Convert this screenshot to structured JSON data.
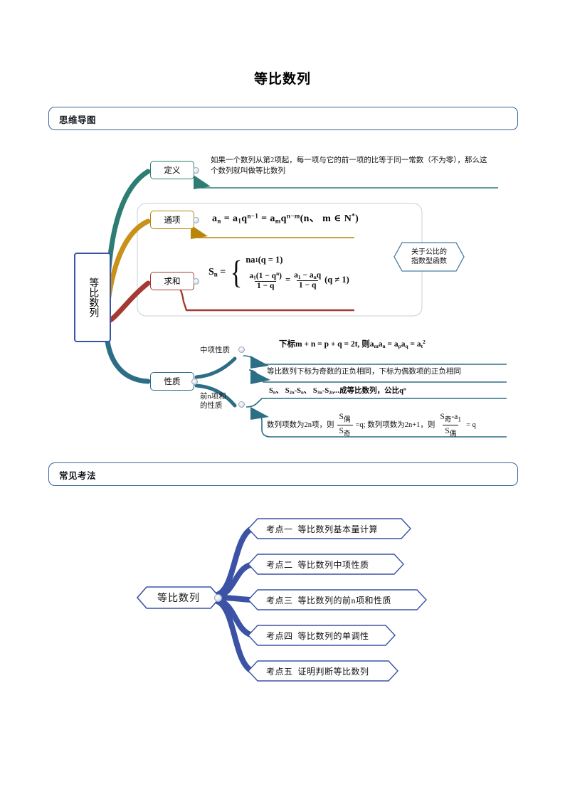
{
  "page": {
    "title": "等比数列"
  },
  "sections": {
    "mindmap": {
      "label": "思维导图"
    },
    "exam": {
      "label": "常见考法"
    }
  },
  "mindmap": {
    "root": "等比数列",
    "branches": {
      "definition": {
        "label": "定义",
        "text": "如果一个数列从第2项起，每一项与它的前一项的比等于同一常数（不为零），那么这个数列就叫做等比数列",
        "color": "#2e7d74"
      },
      "general_term": {
        "label": "通项",
        "formula_plain": "aₙ = a₁qⁿ⁻¹ = aₘqⁿ⁻ᵐ(n、m ∈ N*)",
        "color": "#b8860b"
      },
      "sum": {
        "label": "求和",
        "formula_plain": "Sₙ = { na₁(q=1) ;  a₁(1-qⁿ)/(1-q) = (a₁-aₙq)/(1-q) (q≠1) }",
        "color": "#a33b33",
        "case1": "na₁(q = 1)",
        "case2_num1": "a₁(1 − qⁿ)",
        "case2_den1": "1 − q",
        "case2_num2": "a₁ − aₙq",
        "case2_den2": "1 − q",
        "case2_cond": "(q ≠ 1)"
      },
      "properties": {
        "label": "性质",
        "color": "#2b6e86",
        "sub": [
          {
            "label": "中项性质",
            "lines": [
              "下标m + n = p + q = 2t, 则aₘaₙ = aₚa_q = a_t²",
              "等比数列下标为奇数的正负相同，下标为偶数项的正负相同"
            ]
          },
          {
            "label": "前n项和\n的性质",
            "label_line1": "前n项和",
            "label_line2": "的性质",
            "lines": [
              "Sₙ、S₂ₙ-Sₙ、S₃ₙ-S₂ₙ...成等比数列，公比qⁿ",
              "数列项数为2n项，则S偶/S奇 = q; 数列项数为2n+1，则(S奇-a₁)/S偶 = q"
            ]
          }
        ]
      }
    },
    "callout": {
      "line1": "关于公比的",
      "line2": "指数型函数",
      "color": "#4a7fa5"
    }
  },
  "exam": {
    "root": "等比数列",
    "accent": "#3c52a4",
    "items": [
      {
        "index": "考点一",
        "text": "等比数列基本量计算"
      },
      {
        "index": "考点二",
        "text": "等比数列中项性质"
      },
      {
        "index": "考点三",
        "text": "等比数列的前n项和性质"
      },
      {
        "index": "考点四",
        "text": "等比数列的单调性"
      },
      {
        "index": "考点五",
        "text": "证明判断等比数列"
      }
    ]
  }
}
